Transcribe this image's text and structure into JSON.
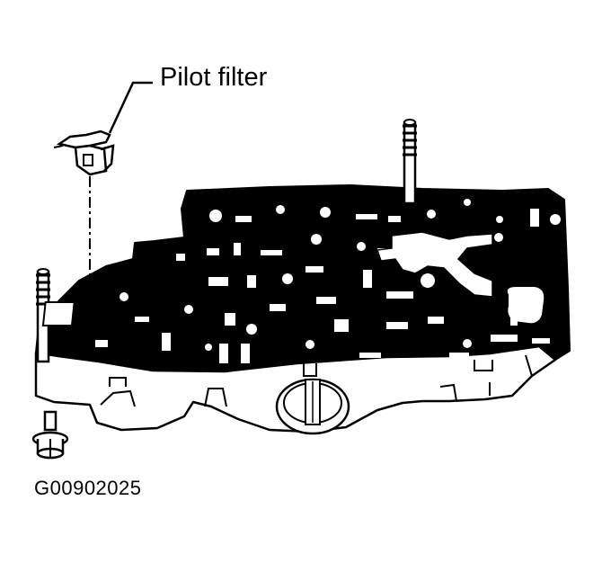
{
  "callout": {
    "label": "Pilot filter"
  },
  "figure": {
    "id": "G00902025"
  },
  "colors": {
    "ink": "#000000",
    "paper": "#ffffff"
  },
  "parts": [
    {
      "name": "pilot-filter",
      "kind": "filter"
    },
    {
      "name": "valve-body",
      "kind": "separator plate and valve body"
    },
    {
      "name": "guide-stud-left",
      "kind": "threaded stud"
    },
    {
      "name": "guide-stud-right",
      "kind": "threaded stud"
    },
    {
      "name": "bolt",
      "kind": "flange bolt"
    }
  ]
}
